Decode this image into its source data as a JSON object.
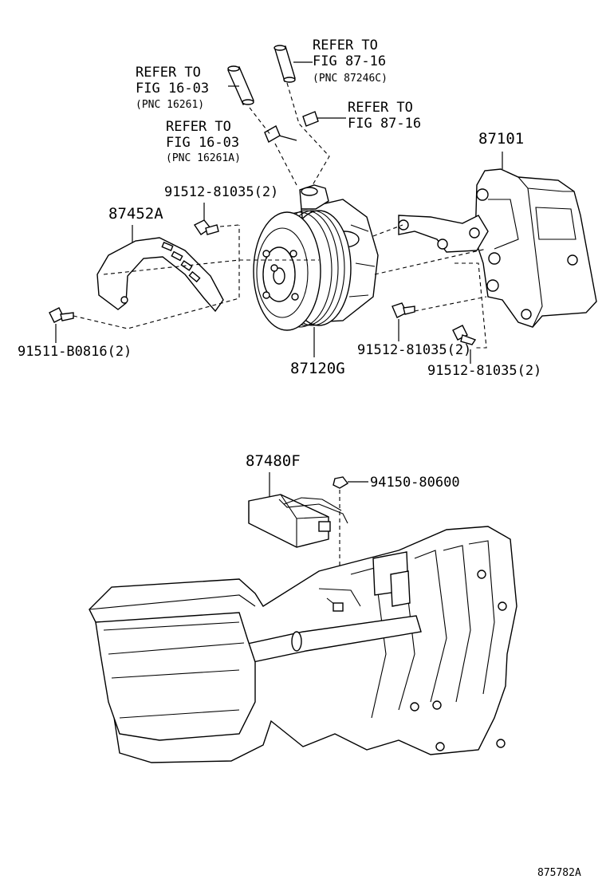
{
  "callouts": {
    "refer_fig_87_16_top": {
      "line1": "REFER TO",
      "line2": "FIG 87-16",
      "line3": "(PNC 87246C)"
    },
    "refer_fig_16_03_top": {
      "line1": "REFER TO",
      "line2": "FIG 16-03",
      "line3": "(PNC 16261)"
    },
    "refer_fig_87_16_mid": {
      "line1": "REFER TO",
      "line2": "FIG 87-16"
    },
    "refer_fig_16_03_mid": {
      "line1": "REFER TO",
      "line2": "FIG 16-03",
      "line3": "(PNC 16261A)"
    }
  },
  "parts": {
    "bracket_87101": "87101",
    "bolt_91512_a": "91512-81035(2)",
    "cover_87452a": "87452A",
    "compressor_87120g": "87120G",
    "bolt_91511": "91511-B0816(2)",
    "bolt_91512_b": "91512-81035(2)",
    "bolt_91512_c": "91512-81035(2)",
    "module_87480f": "87480F",
    "nut_94150": "94150-80600"
  },
  "figure_id": "875782A"
}
